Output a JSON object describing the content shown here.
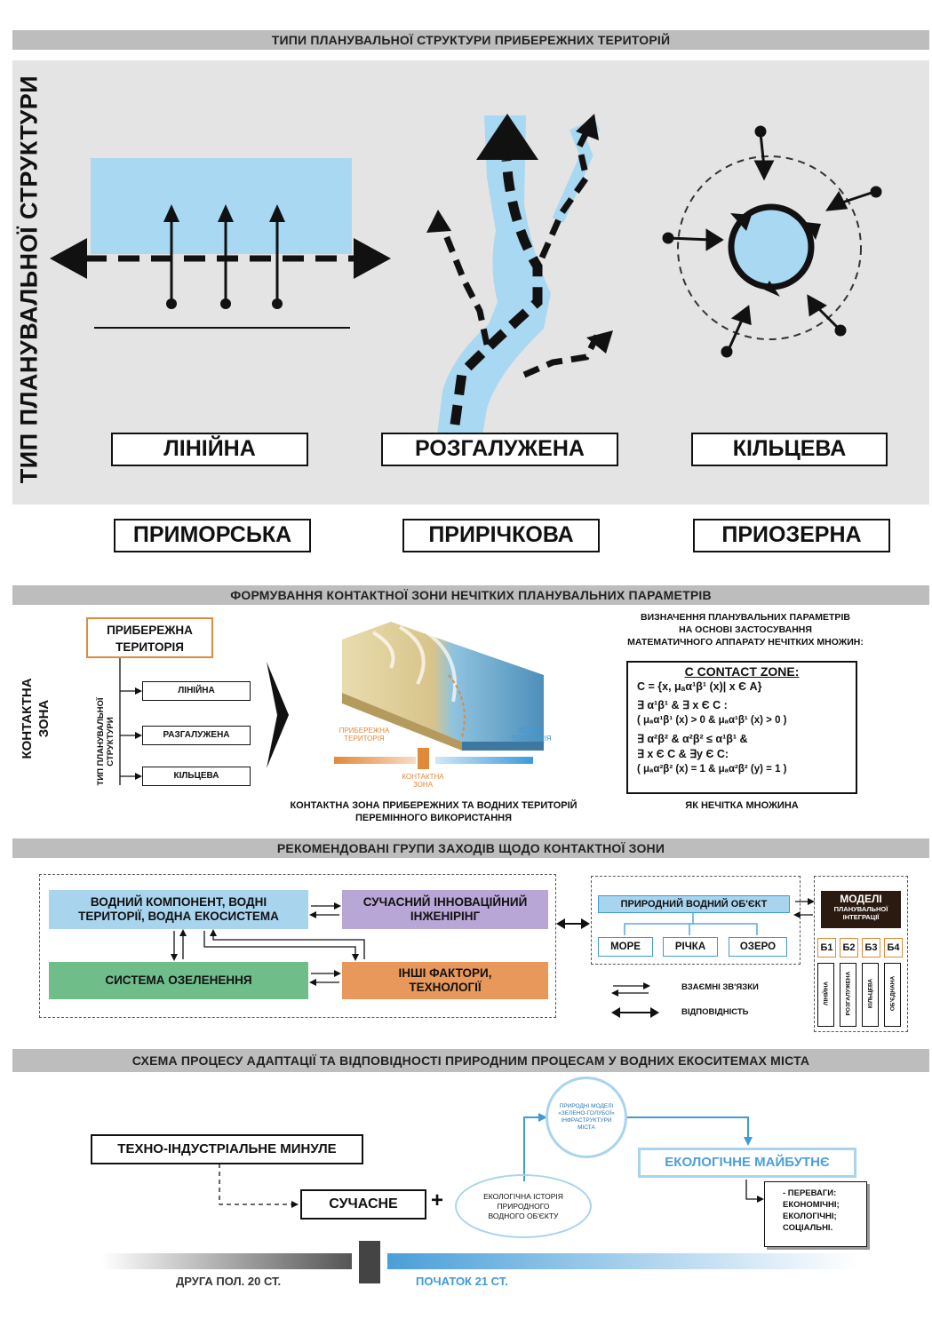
{
  "section1": {
    "title": "ТИПИ ПЛАНУВАЛЬНОЇ СТРУКТУРИ ПРИБЕРЕЖНИХ ТЕРИТОРІЙ",
    "vertical_label": "ТИП ПЛАНУВАЛЬНОЇ СТРУКТУРИ",
    "types": [
      "ЛІНІЙНА",
      "РОЗГАЛУЖЕНА",
      "КІЛЬЦЕВА"
    ],
    "territories": [
      "ПРИМОРСЬКА",
      "ПРИРІЧКОВА",
      "ПРИОЗЕРНА"
    ]
  },
  "section2": {
    "title": "ФОРМУВАННЯ КОНТАКТНОЇ ЗОНИ НЕЧІТКИХ ПЛАНУВАЛЬНИХ ПАРАМЕТРІВ",
    "side_label_1": "КОНТАКТНА",
    "side_label_2": "ЗОНА",
    "coastal_box_1": "ПРИБЕРЕЖНА",
    "coastal_box_2": "ТЕРИТОРІЯ",
    "tree_label": "ТИП ПЛАНУВАЛЬНОЇ СТРУКТУРИ",
    "tree_items": [
      "ЛІНІЙНА",
      "РАЗГАЛУЖЕНА",
      "КІЛЬЦЕВА"
    ],
    "img_label_left": "ПРИБЕРЕЖНА ТЕРИТОРІЯ",
    "img_label_right": "ВОДНА ТЕРИТОРІЯ",
    "img_label_center": "КОНТАКТНА ЗОНА",
    "caption_1": "КОНТАКТНА ЗОНА ПРИБЕРЕЖНИХ ТА ВОДНИХ ТЕРИТОРІЙ",
    "caption_2": "ПЕРЕМІННОГО ВИКОРИСТАННЯ",
    "math_header_1": "ВИЗНАЧЕННЯ ПЛАНУВАЛЬНИХ ПАРАМЕТРІВ",
    "math_header_2": "НА ОСНОВІ ЗАСТОСУВАННЯ",
    "math_header_3": "МАТЕМАТИЧНОГО АППАРАТУ НЕЧІТКИХ МНОЖИН:",
    "formula_title": "C CONTACT ZONE:",
    "formula_lines": [
      "C = {x, μₐα¹β¹ (x)| x Є A}",
      "∃ α¹β¹ & ∃ x Є C :",
      "( μₐα¹β¹ (x) > 0 & μₐα¹β¹ (x) > 0 )",
      "∃ α²β² & α²β² ≤ α¹β¹ &",
      "∃ x Є C & ∃y Є C:",
      "( μₐα²β² (x) = 1 & μₐα²β² (y) = 1 )"
    ],
    "formula_caption": "ЯК НЕЧІТКА МНОЖИНА"
  },
  "section3": {
    "title": "РЕКОМЕНДОВАНІ ГРУПИ ЗАХОДІВ ЩОДО КОНТАКТНОЇ ЗОНИ",
    "water_1": "ВОДНИЙ КОМПОНЕНТ, ВОДНІ",
    "water_2": "ТЕРИТОРІЇ, ВОДНА ЕКОСИСТЕМА",
    "innov_1": "СУЧАСНИЙ ІННОВАЦІЙНИЙ",
    "innov_2": "ІНЖЕНІРІНГ",
    "green": "СИСТЕМА ОЗЕЛЕНЕННЯ",
    "other_1": "ІНШІ ФАКТОРИ,",
    "other_2": "ТЕХНОЛОГІЇ",
    "natural_object": "ПРИРОДНИЙ ВОДНИЙ ОБ'ЄКТ",
    "objects": [
      "МОРЕ",
      "РІЧКА",
      "ОЗЕРО"
    ],
    "legend_mutual": "ВЗАЄМНІ ЗВ'ЯЗКИ",
    "legend_corr": "ВІДПОВІДНІСТЬ",
    "models_1": "МОДЕЛІ",
    "models_2": "ПЛАНУВАЛЬНОЇ",
    "models_3": "ІНТЕГРАЦІЇ",
    "b_labels": [
      "Б1",
      "Б2",
      "Б3",
      "Б4"
    ],
    "b_vertical": [
      "ЛІНІЙНА",
      "РОЗГАЛУЖЕНА",
      "КІЛЬЦЕВА",
      "ОБ'ЄДНАНА"
    ]
  },
  "section4": {
    "title": "СХЕМА ПРОЦЕСУ АДАПТАЦІЇ ТА ВІДПОВІДНОСТІ ПРИРОДНИМ ПРОЦЕСАМ У ВОДНИХ ЕКОСИТЕМАХ МІСТА",
    "past": "ТЕХНО-ІНДУСТРІАЛЬНЕ МИНУЛЕ",
    "present": "СУЧАСНЕ",
    "plus": "+",
    "ecology_history": "ЕКОЛОГІЧНА ІСТОРІЯ ПРИРОДНОГО ВОДНОГО ОБ'ЄКТУ",
    "model_circle": "ПРИРОДНІ МОДЕЛІ «ЗЕЛЕНО-ГОЛУБОЇ» ІНФРАСТРУКТУРИ МІСТА",
    "future": "ЕКОЛОГІЧНЕ МАЙБУТНЄ",
    "benefits": [
      "- ПЕРЕВАГИ:",
      "ЕКОНОМІЧНІ;",
      "ЕКОЛОГІЧНІ;",
      "СОЦІАЛЬНІ."
    ],
    "timeline_left": "ДРУГА ПОЛ. 20 СТ.",
    "timeline_right": "ПОЧАТОК 21 СТ."
  },
  "colors": {
    "panel_gray": "#e4e4e4",
    "bar_gray": "#bdbdbd",
    "water_blue": "#a9d8f2",
    "coastal_orange": "#e08a3a",
    "green_box": "#6fbe8a",
    "purple_box": "#b8a6d6",
    "orange_box": "#e8985a",
    "light_blue_box": "#a8d4ee"
  }
}
